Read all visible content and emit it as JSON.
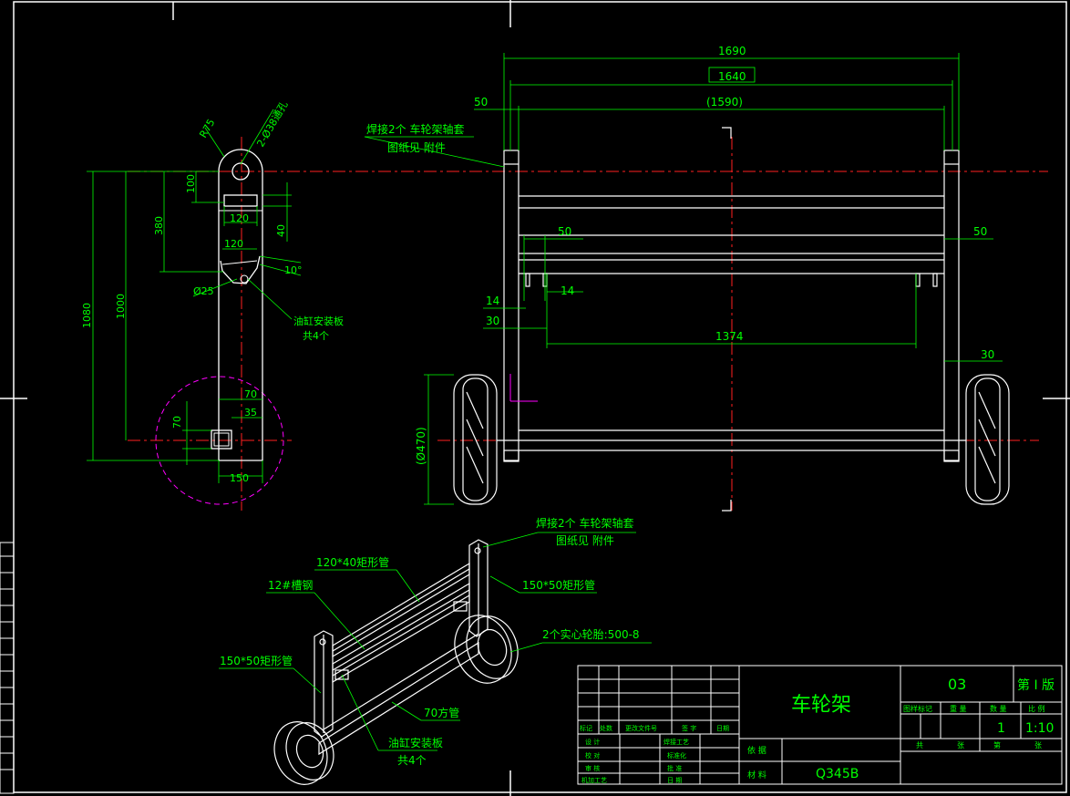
{
  "colors": {
    "background": "#000000",
    "outline": "#ffffff",
    "dimension": "#00ff00",
    "centerline": "#ff2020",
    "phantom": "#ff00ff"
  },
  "side_view": {
    "hole_label": "2-Ø38通孔",
    "radius_label": "R75",
    "dim_100": "100",
    "dim_380": "380",
    "dim_1000": "1000",
    "dim_1080": "1080",
    "dim_120_upper": "120",
    "dim_40": "40",
    "dim_120_lower": "120",
    "dim_10deg": "10°",
    "dim_phi25": "Ø25",
    "dim_70_right": "70",
    "dim_35": "35",
    "dim_70_left": "70",
    "dim_150": "150",
    "note_oil_cylinder": "油缸安装板",
    "note_qty4": "共4个"
  },
  "front_view": {
    "dim_1690": "1690",
    "dim_1640": "1640",
    "dim_1590": "(1590)",
    "dim_50_top": "50",
    "dim_50_mid": "50",
    "dim_50_right": "50",
    "dim_14_left": "14",
    "dim_14_right": "14",
    "dim_30_left": "30",
    "dim_1374": "1374",
    "dim_30_right": "30",
    "dim_phi470": "(Ø470)",
    "note_weld_line1": "焊接2个 车轮架轴套",
    "note_weld_line2": "图纸见 附件"
  },
  "iso_view": {
    "note_weld_line1": "焊接2个 车轮架轴套",
    "note_weld_line2": "图纸见 附件",
    "rect_tube_120x40": "120*40矩形管",
    "channel_12": "12#槽钢",
    "rect_tube_150x50_right": "150*50矩形管",
    "rect_tube_150x50_left": "150*50矩形管",
    "solid_tire": "2个实心轮胎:500-8",
    "square_tube_70": "70方管",
    "oil_plate": "油缸安装板",
    "qty4": "共4个"
  },
  "title_block": {
    "part_name": "车轮架",
    "drawing_no": "03",
    "version": "第 I 版",
    "material_label": "材 料",
    "material": "Q345B",
    "basis_label": "依 据",
    "head_stage": "图样标记",
    "head_weight": "重 量",
    "head_qty": "数 量",
    "head_scale": "比 例",
    "qty": "1",
    "scale": "1:10",
    "sheet_total": "共",
    "sheet_label": "张",
    "sheet_no": "第",
    "sheet_label2": "张",
    "rev_mark": "标记",
    "rev_count": "处数",
    "rev_doc": "更改文件号",
    "rev_sign": "签 字",
    "rev_date": "日期",
    "row_design": "设 计",
    "row_check": "校 对",
    "row_review": "审 核",
    "row_process": "机加工艺",
    "row_weld": "焊接工艺",
    "row_std": "标准化",
    "row_approve": "批 准",
    "row_date": "日 期"
  }
}
